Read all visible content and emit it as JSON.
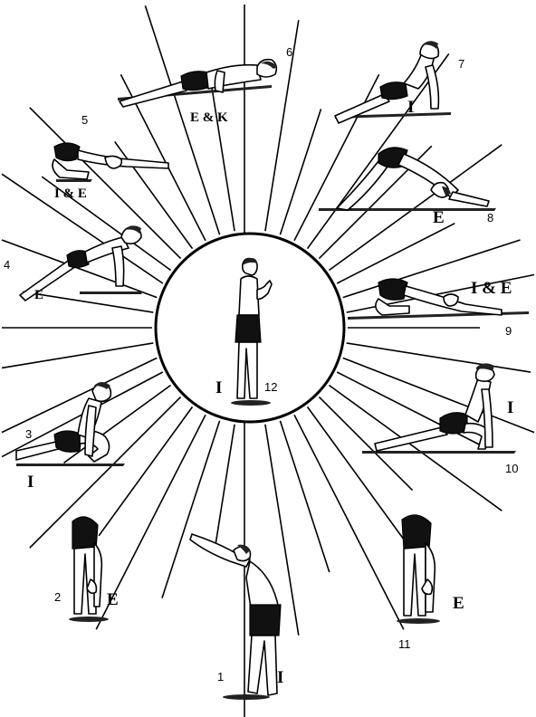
{
  "poses": [
    {
      "number": "1",
      "breath": "I"
    },
    {
      "number": "2",
      "breath": "E"
    },
    {
      "number": "3",
      "breath": "I"
    },
    {
      "number": "4",
      "breath": "E"
    },
    {
      "number": "5",
      "breath": "I & E"
    },
    {
      "number": "6",
      "breath": "E & K"
    },
    {
      "number": "7",
      "breath": "I"
    },
    {
      "number": "8",
      "breath": "E"
    },
    {
      "number": "9",
      "breath": "I & E"
    },
    {
      "number": "10",
      "breath": "I"
    },
    {
      "number": "11",
      "breath": "E"
    },
    {
      "number": "12",
      "breath": "I"
    }
  ]
}
